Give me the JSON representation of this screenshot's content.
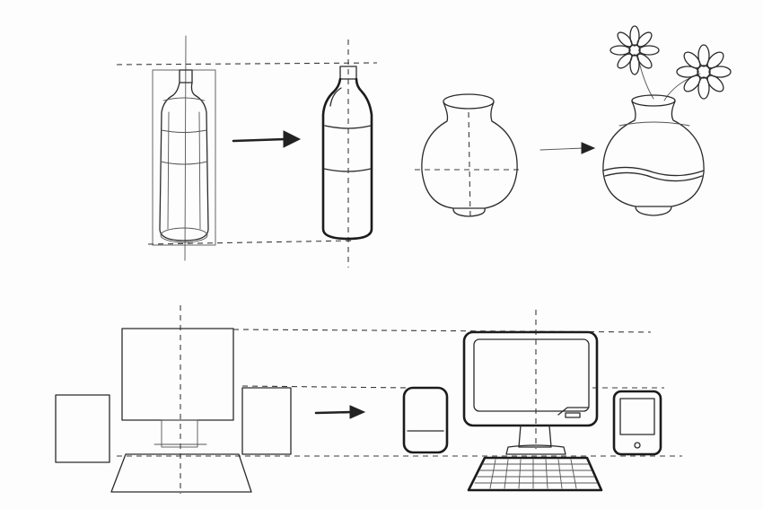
{
  "page": {
    "background": "#fdfdfd",
    "ink_color": "#2b2b2b"
  },
  "rows": {
    "top": {
      "items": [
        {
          "name": "bottle-construction",
          "stage": "construction"
        },
        {
          "name": "bottle-finished",
          "stage": "finished"
        },
        {
          "name": "vase-construction",
          "stage": "construction"
        },
        {
          "name": "vase-with-flowers",
          "stage": "finished"
        }
      ]
    },
    "bottom": {
      "items": [
        {
          "name": "computer-construction",
          "stage": "construction"
        },
        {
          "name": "computer-finished",
          "stage": "finished"
        }
      ]
    }
  }
}
